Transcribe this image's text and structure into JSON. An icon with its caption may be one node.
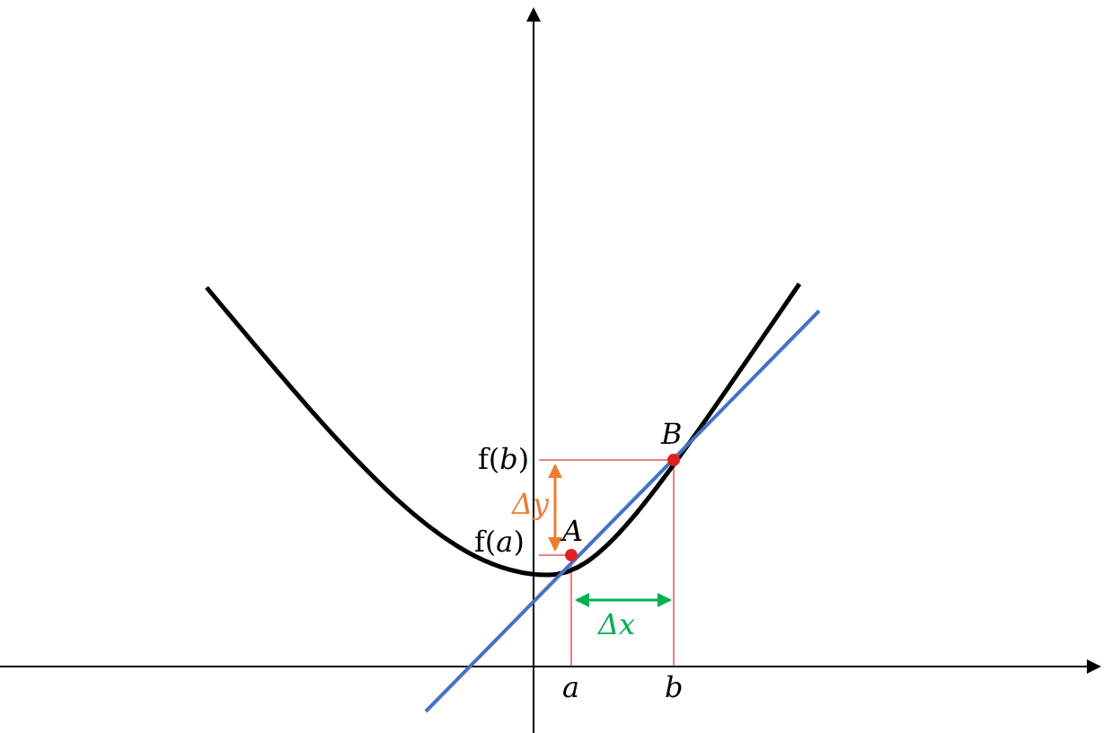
{
  "diagram": {
    "labels": [
      "*B*",
      "f(*b*)",
      "*Δy*",
      "*A*",
      "f(*a*)",
      "*Δx*",
      "*a*",
      "*b*"
    ]
  }
}
